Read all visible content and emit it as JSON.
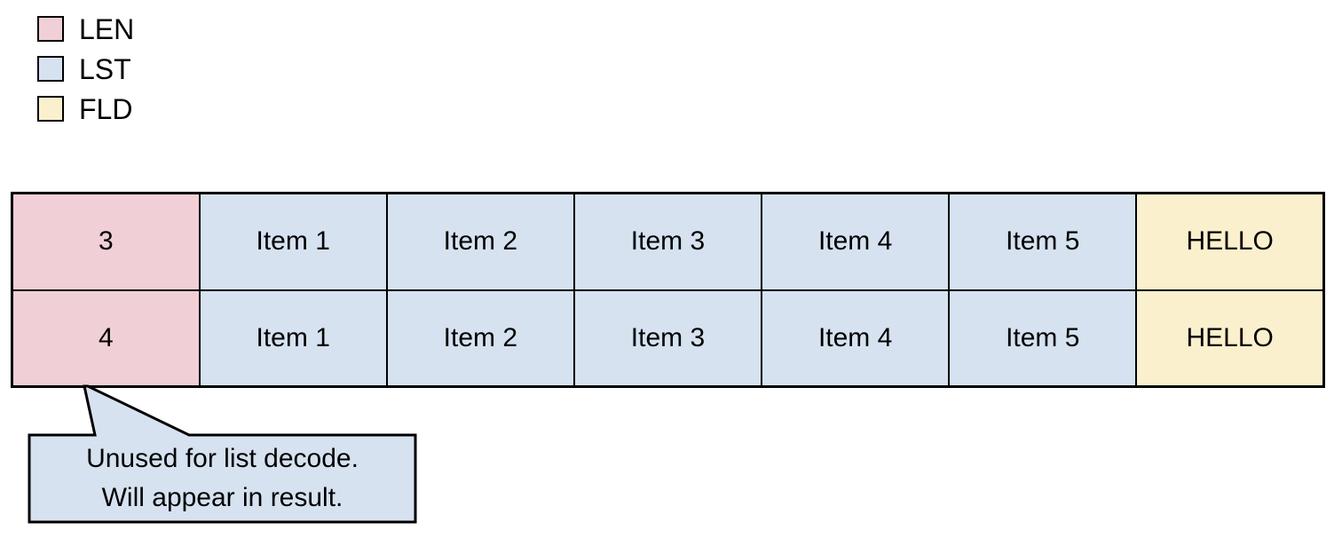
{
  "legend": {
    "items": [
      {
        "label": "LEN"
      },
      {
        "label": "LST"
      },
      {
        "label": "FLD"
      }
    ]
  },
  "table": {
    "rows": [
      {
        "cells": [
          "3",
          "Item 1",
          "Item 2",
          "Item 3",
          "Item 4",
          "Item 5",
          "HELLO"
        ]
      },
      {
        "cells": [
          "4",
          "Item 1",
          "Item 2",
          "Item 3",
          "Item 4",
          "Item 5",
          "HELLO"
        ]
      }
    ]
  },
  "callout": {
    "lines": [
      "Unused for list decode.",
      "Will appear in result."
    ]
  },
  "colors": {
    "len": "#f0cfd6",
    "lst": "#d6e2f0",
    "fld": "#fbf0cd",
    "border": "#000000"
  }
}
